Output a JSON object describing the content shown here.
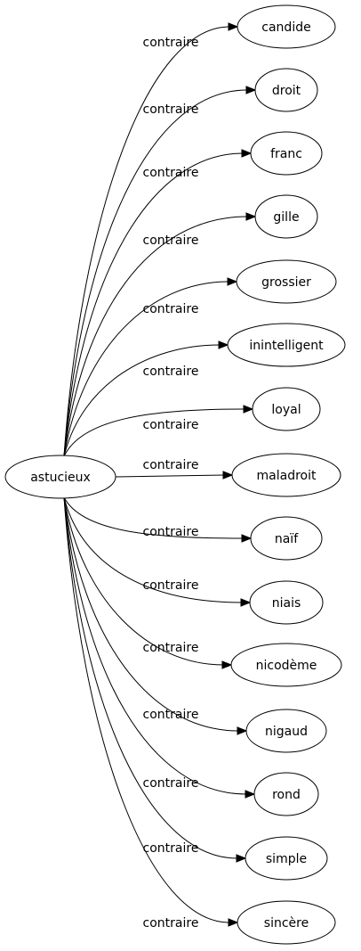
{
  "graph": {
    "source": "astucieux",
    "relations": [
      {
        "label": "contraire",
        "target": "candide"
      },
      {
        "label": "contraire",
        "target": "droit"
      },
      {
        "label": "contraire",
        "target": "franc"
      },
      {
        "label": "contraire",
        "target": "gille"
      },
      {
        "label": "contraire",
        "target": "grossier"
      },
      {
        "label": "contraire",
        "target": "inintelligent"
      },
      {
        "label": "contraire",
        "target": "loyal"
      },
      {
        "label": "contraire",
        "target": "maladroit"
      },
      {
        "label": "contraire",
        "target": "naïf"
      },
      {
        "label": "contraire",
        "target": "niais"
      },
      {
        "label": "contraire",
        "target": "nicodème"
      },
      {
        "label": "contraire",
        "target": "nigaud"
      },
      {
        "label": "contraire",
        "target": "rond"
      },
      {
        "label": "contraire",
        "target": "simple"
      },
      {
        "label": "contraire",
        "target": "sincère"
      }
    ]
  }
}
